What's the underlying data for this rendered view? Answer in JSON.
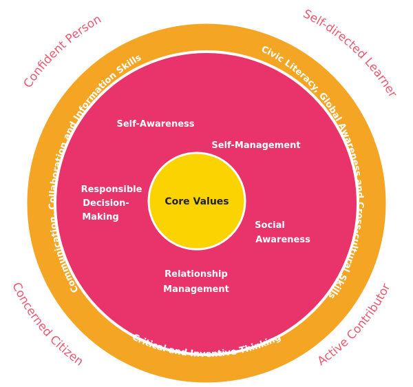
{
  "colors": {
    "outer_ring": "#f4a523",
    "inner_circle": "#e8336b",
    "core": "#fbd400",
    "white_border": "#ffffff",
    "outcome_text": "#ec5a73",
    "ring_text": "#ffffff",
    "core_text": "#222222"
  },
  "outcomes": {
    "top_left": "Confident Person",
    "top_right": "Self-directed Learner",
    "bottom_left": "Concerned Citizen",
    "bottom_right": "Active Contributor"
  },
  "outer_ring": {
    "left": "Communication, Collaboration and Information Skills",
    "right": "Civic Literacy, Global Awareness and Cross-cultural Skills",
    "bottom": "Critical and Inventive Thinking"
  },
  "competencies": {
    "self_awareness": "Self-Awareness",
    "self_management": "Self-Management",
    "responsible_decision_making": {
      "line1": "Responsible",
      "line2": "Decision-",
      "line3": "Making"
    },
    "social_awareness": {
      "line1": "Social",
      "line2": "Awareness"
    },
    "relationship_management": {
      "line1": "Relationship",
      "line2": "Management"
    }
  },
  "core": {
    "label": "Core Values"
  }
}
